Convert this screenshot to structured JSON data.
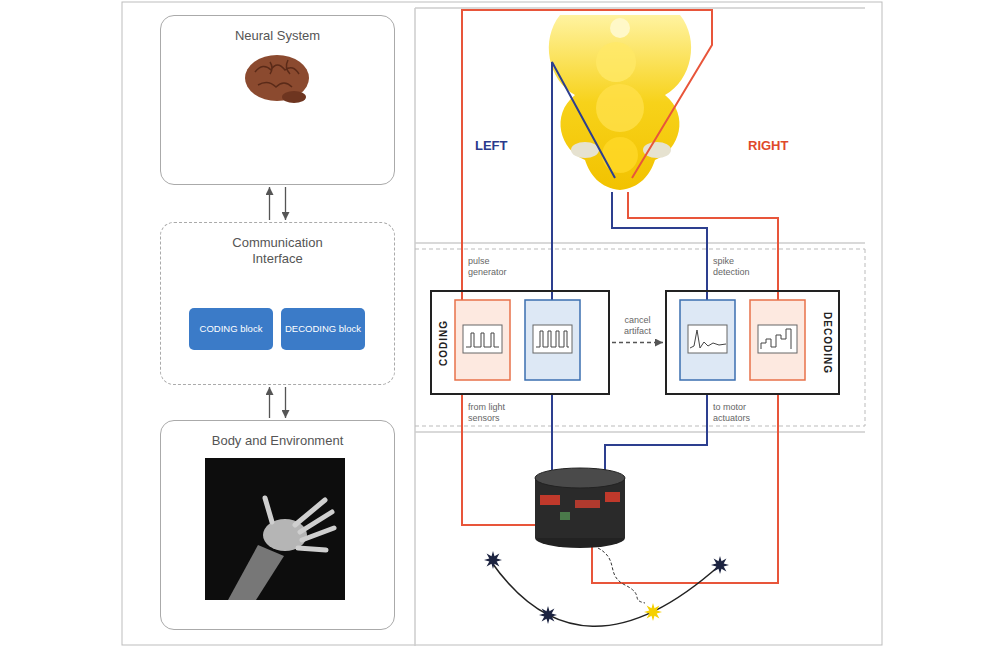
{
  "diagram": {
    "nodes": [
      {
        "text": [
          "Neural System"
        ]
      },
      {
        "text": [
          "Communication Interface"
        ]
      },
      {
        "text": [
          "CODING block"
        ],
        "in": 1
      },
      {
        "text": [
          "DECODING block"
        ],
        "in": 1
      },
      {
        "text": [
          "Body and Environment"
        ]
      },
      {
        "text": [
          "CODING"
        ]
      },
      {
        "text": [
          "DECODING"
        ]
      }
    ],
    "edges": [
      {
        "from": 0,
        "to": 1,
        "arrow": "to"
      },
      {
        "from": 1,
        "to": 0,
        "arrow": "to"
      },
      {
        "from": 1,
        "to": 4,
        "arrow": "to"
      },
      {
        "from": 4,
        "to": 1,
        "arrow": "to"
      },
      {
        "from": 5,
        "to": 6,
        "arrow": "to",
        "label": "cancel artifact"
      }
    ],
    "labels": [
      "LEFT",
      "RIGHT",
      "pulse generator",
      "spike detection",
      "from light sensors",
      "to motor actuators"
    ]
  }
}
